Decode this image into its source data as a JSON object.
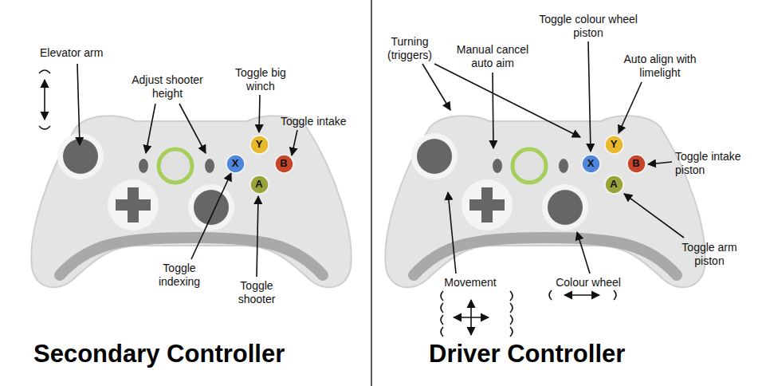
{
  "diagram": {
    "nodes": [
      {
        "text": [
          "Y"
        ]
      },
      {
        "text": [
          "X"
        ]
      },
      {
        "text": [
          "B"
        ]
      },
      {
        "text": [
          "A"
        ]
      },
      {
        "text": [
          "Y"
        ]
      },
      {
        "text": [
          "X"
        ]
      },
      {
        "text": [
          "B"
        ]
      },
      {
        "text": [
          "A"
        ]
      }
    ],
    "labels": [
      "Elevator arm",
      "Adjust shooter height",
      "Toggle big winch",
      "Toggle intake",
      "Toggle indexing",
      "Toggle shooter",
      "Secondary Controller",
      "Turning (triggers)",
      "Manual cancel auto aim",
      "Toggle colour wheel piston",
      "Auto align with limelight",
      "Toggle intake piston",
      "Toggle arm piston",
      "Movement",
      "Colour wheel",
      "Driver Controller"
    ]
  }
}
